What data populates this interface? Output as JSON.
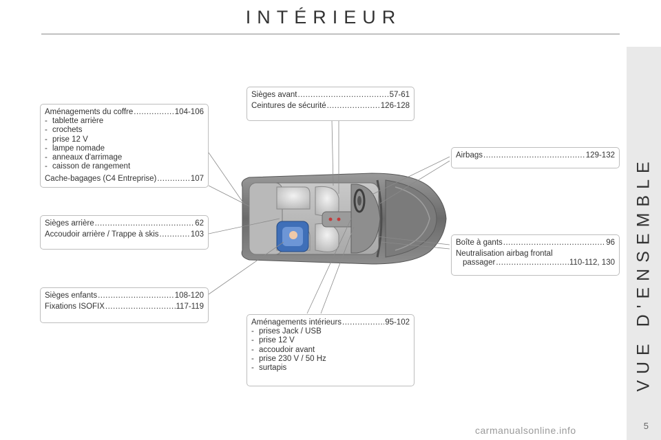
{
  "title": "INTÉRIEUR",
  "side_tab": "VUE D'ENSEMBLE",
  "page_number": "5",
  "watermark": "carmanualsonline.info",
  "boxes": {
    "coffre": {
      "main_label": "Aménagements du coffre",
      "main_page": "104-106",
      "items": [
        "tablette arrière",
        "crochets",
        "prise 12 V",
        "lampe nomade",
        "anneaux d'arrimage",
        "caisson de rangement"
      ],
      "extra_label": "Cache-bagages (C4 Entreprise)",
      "extra_page": "107"
    },
    "sieges_arriere": {
      "row1_label": "Sièges arrière",
      "row1_page": "62",
      "row2_label": "Accoudoir arrière / Trappe à skis",
      "row2_page": "103"
    },
    "sieges_enfants": {
      "row1_label": "Sièges enfants",
      "row1_page": "108-120",
      "row2_label": "Fixations ISOFIX",
      "row2_page": "117-119"
    },
    "sieges_avant": {
      "row1_label": "Sièges avant",
      "row1_page": "57-61",
      "row2_label": "Ceintures de sécurité",
      "row2_page": "126-128"
    },
    "airbags": {
      "row1_label": "Airbags",
      "row1_page": "129-132"
    },
    "boite_gants": {
      "row1_label": "Boîte à gants",
      "row1_page": "96",
      "row2_label": "Neutralisation airbag frontal",
      "row3_label": "passager",
      "row3_page": "110-112, 130"
    },
    "interieurs": {
      "main_label": "Aménagements intérieurs",
      "main_page": "95-102",
      "items": [
        "prises Jack / USB",
        "prise 12 V",
        "accoudoir avant",
        "prise 230 V / 50 Hz",
        "surtapis"
      ]
    }
  }
}
